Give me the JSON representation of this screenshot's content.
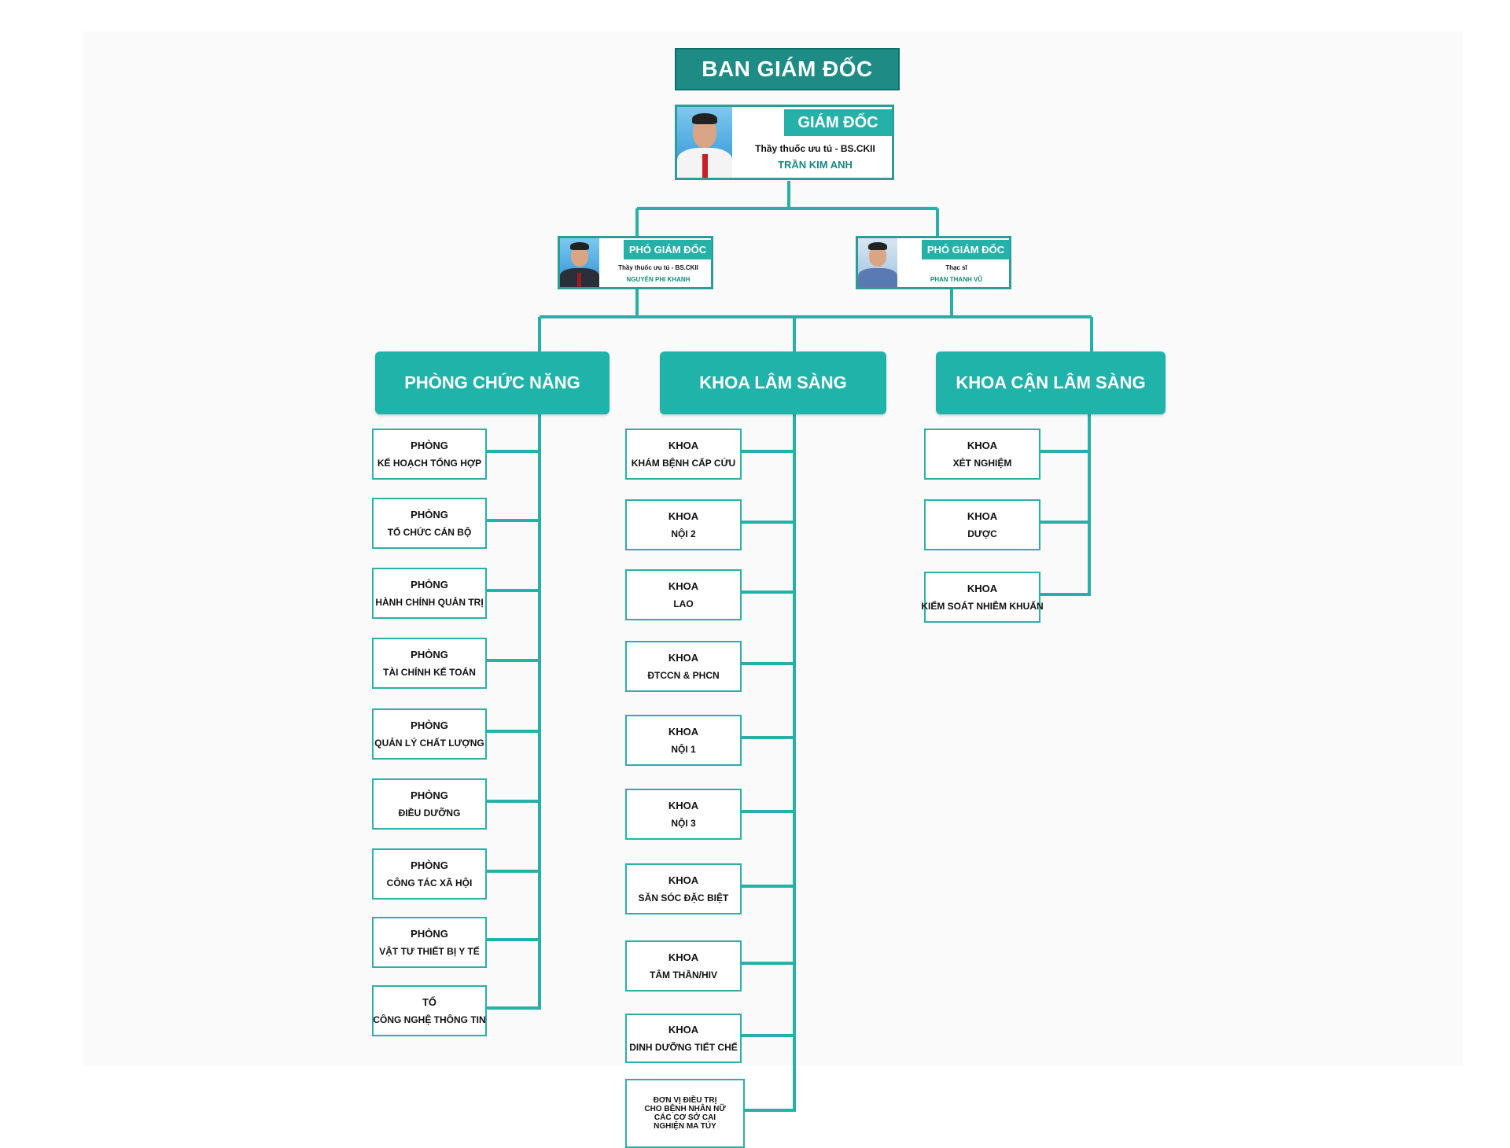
{
  "board_title": "BAN GIÁM ĐỐC",
  "director": {
    "role": "GIÁM ĐỐC",
    "credential": "Thầy thuốc ưu tú - BS.CKII",
    "name": "TRẦN KIM ANH"
  },
  "deputies": [
    {
      "role": "PHÓ GIÁM ĐỐC",
      "credential": "Thầy thuốc ưu tú - BS.CKII",
      "name": "NGUYỄN PHI KHANH"
    },
    {
      "role": "PHÓ GIÁM ĐỐC",
      "credential": "Thạc sĩ",
      "name": "PHAN THANH VŨ"
    }
  ],
  "columns": [
    {
      "title": "PHÒNG CHỨC NĂNG",
      "units": [
        {
          "type": "PHÒNG",
          "name": "KẾ HOẠCH TỔNG HỢP"
        },
        {
          "type": "PHÒNG",
          "name": "TỔ CHỨC CÁN BỘ"
        },
        {
          "type": "PHÒNG",
          "name": "HÀNH CHÍNH QUẢN TRỊ"
        },
        {
          "type": "PHÒNG",
          "name": "TÀI CHÍNH KẾ TOÁN"
        },
        {
          "type": "PHÒNG",
          "name": "QUẢN LÝ CHẤT LƯỢNG"
        },
        {
          "type": "PHÒNG",
          "name": "ĐIỀU DƯỠNG"
        },
        {
          "type": "PHÒNG",
          "name": "CÔNG TÁC XÃ HỘI"
        },
        {
          "type": "PHÒNG",
          "name": "VẬT TƯ THIẾT BỊ Y TẾ"
        },
        {
          "type": "TỔ",
          "name": "CÔNG NGHỆ THÔNG TIN"
        }
      ]
    },
    {
      "title": "KHOA LÂM SÀNG",
      "units": [
        {
          "type": "KHOA",
          "name": "KHÁM BỆNH CẤP CỨU"
        },
        {
          "type": "KHOA",
          "name": "NỘI 2"
        },
        {
          "type": "KHOA",
          "name": "LAO"
        },
        {
          "type": "KHOA",
          "name": "ĐTCCN & PHCN"
        },
        {
          "type": "KHOA",
          "name": "NỘI 1"
        },
        {
          "type": "KHOA",
          "name": "NỘI 3"
        },
        {
          "type": "KHOA",
          "name": "SĂN SÓC ĐẶC BIỆT"
        },
        {
          "type": "KHOA",
          "name": "TÂM THẦN/HIV"
        },
        {
          "type": "KHOA",
          "name": "DINH DƯỠNG TIẾT CHẾ"
        },
        {
          "type": "ĐƠN VỊ ĐIỀU TRỊ",
          "name": "CHO BỆNH NHÂN NỮ CÁC CƠ SỞ CAI NGHIỆN MA TÚY"
        }
      ]
    },
    {
      "title": "KHOA CẬN LÂM SÀNG",
      "units": [
        {
          "type": "KHOA",
          "name": "XÉT NGHIỆM"
        },
        {
          "type": "KHOA",
          "name": "DƯỢC"
        },
        {
          "type": "KHOA",
          "name": "KIỂM SOÁT NHIỄM KHUẨN"
        }
      ]
    }
  ],
  "colors": {
    "teal_dark": "#1e8b84",
    "teal": "#1fb3aa",
    "line": "#26b1a8"
  }
}
